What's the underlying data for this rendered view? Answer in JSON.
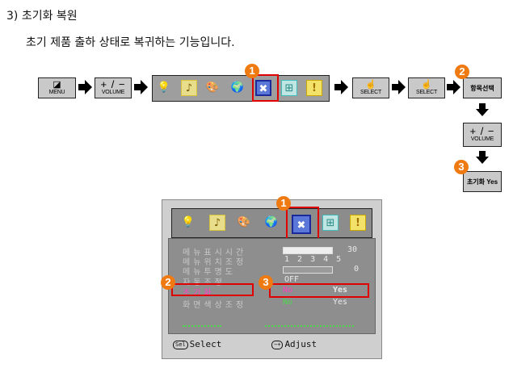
{
  "heading": "3) 초기화 복원",
  "description": "초기 제품 출하 상태로 복귀하는 기능입니다.",
  "buttons": {
    "menu": "MENU",
    "volume_symbol": "+ / −",
    "volume": "VOLUME",
    "select": "SELECT",
    "item_select": "항목선택",
    "reset_yes": "초기화 Yes"
  },
  "badges": [
    "1",
    "2",
    "3"
  ],
  "osd": {
    "rows": [
      {
        "label": "메뉴표시시간",
        "value": "30"
      },
      {
        "label": "메뉴위치조정",
        "value": "1 2 3 4 5"
      },
      {
        "label": "메뉴투명도",
        "value": "0"
      },
      {
        "label": "자동조정",
        "value": "OFF"
      },
      {
        "label": "초기화",
        "no": "No",
        "yes": "Yes"
      },
      {
        "label": "화면색상조정",
        "no": "No",
        "yes": "Yes"
      }
    ],
    "footer_select": "Select",
    "footer_adjust": "Adjust",
    "key_sel": "Sel",
    "key_adj": "−+"
  },
  "colors": {
    "highlight_red": "#e00000",
    "badge_orange": "#f07a12",
    "osd_pink": "#ff40c0",
    "osd_green": "#4fd64f"
  },
  "icons": [
    "lightbulb-icon",
    "picture-icon",
    "palette-icon",
    "globe-icon",
    "tools-icon",
    "info-icon",
    "exclamation-icon"
  ]
}
